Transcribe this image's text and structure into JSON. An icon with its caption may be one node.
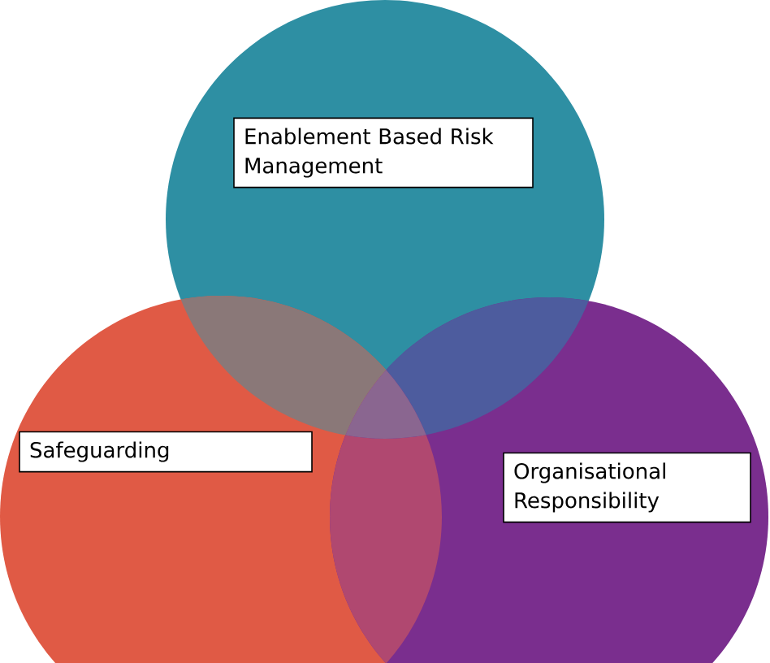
{
  "diagram": {
    "nodes": [
      {
        "text": [
          "Enablement Based Risk Management"
        ]
      },
      {
        "text": [
          "Safeguarding"
        ]
      },
      {
        "text": [
          "Organisational Responsibility"
        ]
      },
      {
        "text": [],
        "shape": "lens"
      },
      {
        "text": [],
        "shape": "lens"
      },
      {
        "text": [],
        "shape": "lens"
      },
      {
        "text": [],
        "shape": "lens"
      }
    ]
  }
}
